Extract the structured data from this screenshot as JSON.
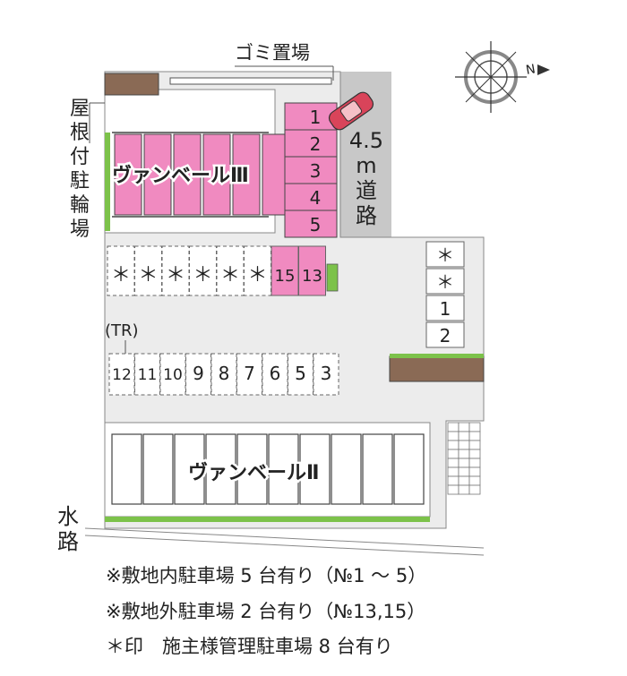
{
  "labels": {
    "gomi": "ゴミ置場",
    "roof_bike": [
      "屋",
      "根",
      "付",
      "駐",
      "輪",
      "場"
    ],
    "road_width": [
      "4.5",
      "m",
      "道",
      "路"
    ],
    "waterway": [
      "水",
      "路"
    ],
    "building_3": "ヴァンベールⅢ",
    "building_2": "ヴァンベールⅡ",
    "tr": "(TR)"
  },
  "pink_column": [
    "1",
    "2",
    "3",
    "4",
    "5"
  ],
  "top_row": [
    "＊",
    "＊",
    "＊",
    "＊",
    "＊",
    "＊",
    "15",
    "13"
  ],
  "right_column": [
    "＊",
    "＊",
    "1",
    "2"
  ],
  "middle_row": [
    "12",
    "11",
    "10",
    "9",
    "8",
    "7",
    "6",
    "5",
    "3"
  ],
  "notes": [
    "※敷地内駐車場 5 台有り（№1 〜 5）",
    "※敷地外駐車場 2 台有り（№13,15）",
    "＊印　施主様管理駐車場 8 台有り"
  ],
  "colors": {
    "pink": "#f08ac0",
    "road": "#c8c8c8",
    "lot": "#ececec",
    "green": "#7cc24a",
    "brown": "#8a6a55",
    "car": "#d9445a"
  },
  "icons": [
    "compass-icon",
    "car-icon"
  ]
}
